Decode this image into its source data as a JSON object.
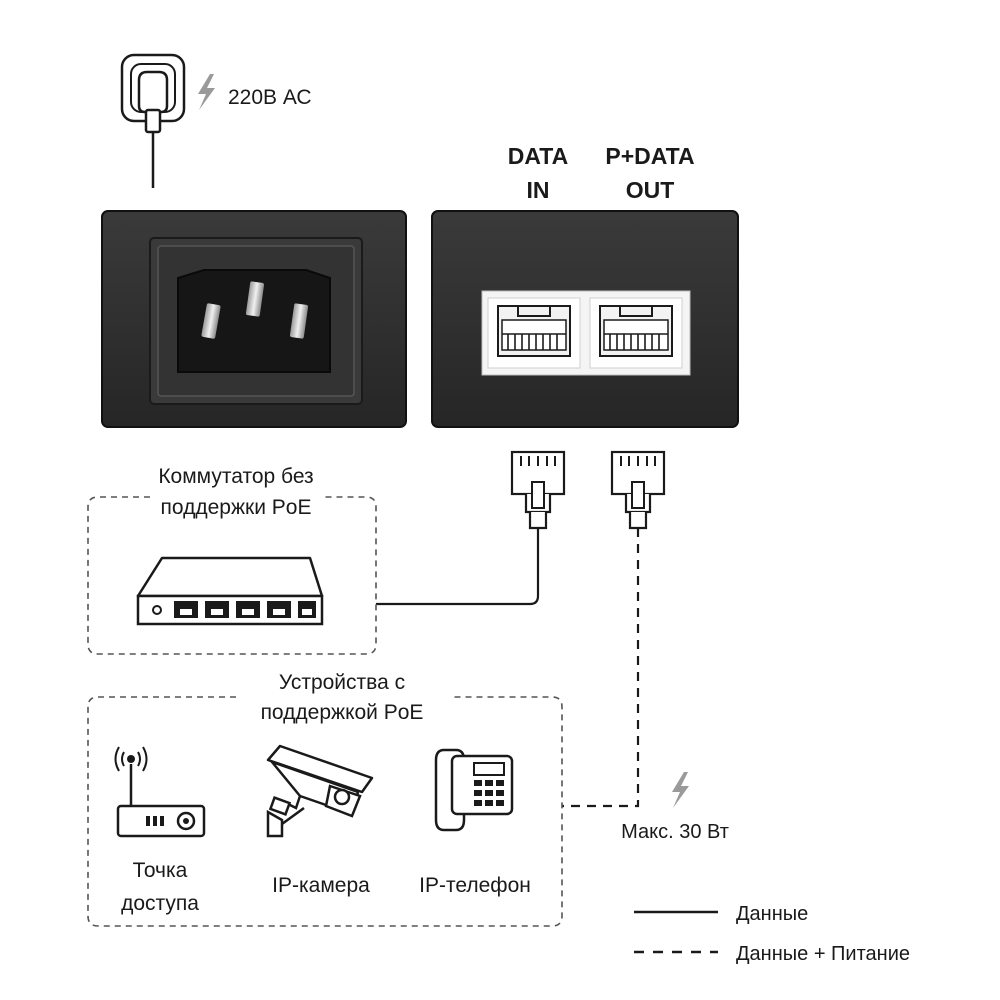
{
  "power_input": {
    "label": "220В АС"
  },
  "ports": {
    "data_in": {
      "line1": "DATA",
      "line2": "IN"
    },
    "pdata_out": {
      "line1": "P+DATA",
      "line2": "OUT"
    }
  },
  "switch_group": {
    "line1": "Коммутатор без",
    "line2": "поддержки PoE"
  },
  "devices_group": {
    "line1": "Устройства с",
    "line2": "поддержкой PoE"
  },
  "devices": {
    "access_point": {
      "line1": "Точка",
      "line2": "доступа"
    },
    "ip_camera": {
      "label": "IP-камера"
    },
    "ip_phone": {
      "label": "IP-телефон"
    }
  },
  "power_limit": {
    "label": "Макс. 30 Вт"
  },
  "legend": {
    "data": "Данные",
    "data_power": "Данные + Питание"
  },
  "colors": {
    "housing": "#2e2e2e",
    "line": "#1a1a1a",
    "dashed_border": "#555555",
    "bolt": "#9a9a9a"
  }
}
